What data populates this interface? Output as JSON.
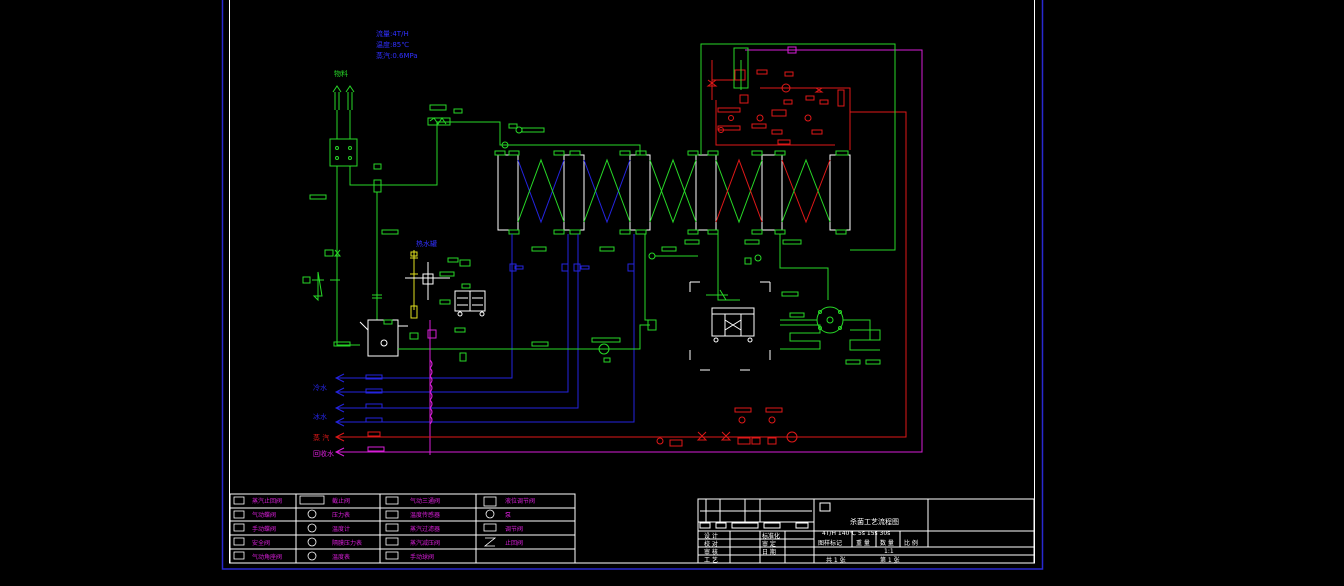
{
  "drawing": {
    "title_block": {
      "drawing_name": "杀菌工艺流程图",
      "spec_line": "4T/H 140℃ 5s 15s 30s",
      "stage_label": "图样标记",
      "weight_label": "重 量",
      "qty_label": "数 量",
      "scale_label": "比 例",
      "scale_value": "1:1",
      "designer": "设 计",
      "checker": "校 对",
      "reviewer": "审 核",
      "process": "工 艺",
      "standard": "标准化",
      "approve": "审 定",
      "date": "日 期",
      "sheets_total": "共 1 张",
      "sheet_no": "第 1 张"
    },
    "notes": {
      "line1": "流量:4T/H",
      "line2": "温度:85℃",
      "line3": "蒸汽:0.6MPa"
    },
    "labels": {
      "outlet": "物料",
      "hot_water_tank": "热水罐",
      "cold_water": "冷水",
      "ice_water": "冰水",
      "steam": "蒸 汽",
      "return_water": "回收水"
    },
    "legend": [
      [
        "蒸汽止回阀",
        "截止阀",
        "气动三通阀",
        "液位调节阀"
      ],
      [
        "气动蝶阀",
        "压力表",
        "温度传感器",
        "泵"
      ],
      [
        "手动蝶阀",
        "温度计",
        "蒸汽过滤器",
        "调节阀"
      ],
      [
        "安全阀",
        "隔膜压力表",
        "蒸汽减压阀",
        "止回阀"
      ],
      [
        "气动角座阀",
        "温度表",
        "手动球阀",
        ""
      ]
    ],
    "colors": {
      "product": "#27d827",
      "steam": "#e01818",
      "ice_water": "#2424e0",
      "return": "#d81ed8",
      "border": "#2828d0",
      "frame": "#ffffff",
      "yellow": "#e0e020"
    }
  }
}
